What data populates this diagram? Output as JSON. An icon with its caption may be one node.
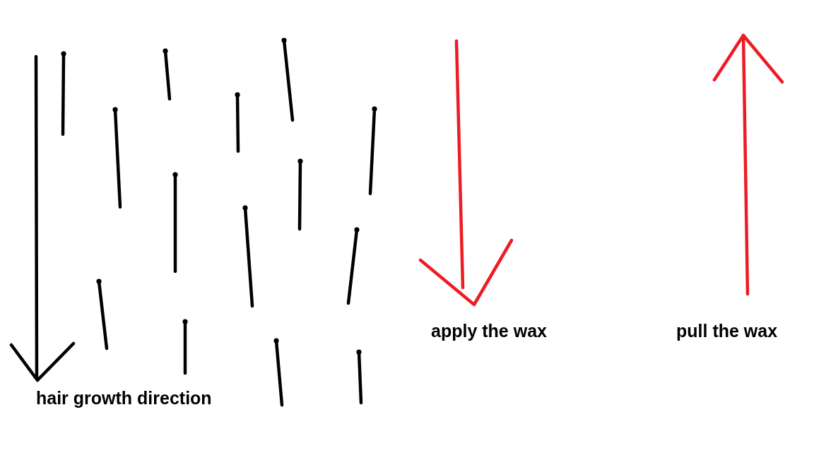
{
  "diagram": {
    "labels": [
      "hair growth direction",
      "apply the wax",
      "pull the wax"
    ]
  }
}
